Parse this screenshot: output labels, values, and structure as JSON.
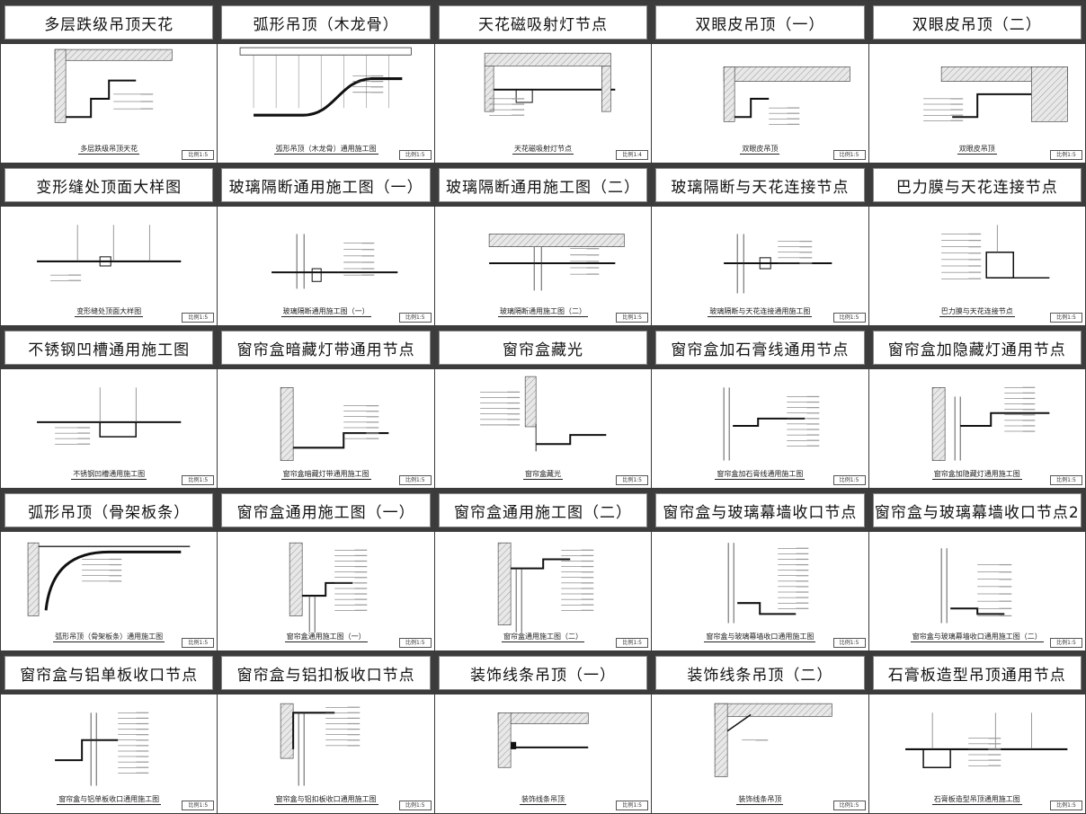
{
  "cells": [
    {
      "title": "多层跌级吊顶天花",
      "caption": "多层跌级吊顶天花",
      "scale": "比例1:5",
      "kind": "step"
    },
    {
      "title": "弧形吊顶（木龙骨）",
      "caption": "弧形吊顶（木龙骨）通用施工图",
      "scale": "比例1:5",
      "kind": "arc"
    },
    {
      "title": "天花磁吸射灯节点",
      "caption": "天花磁吸射灯节点",
      "scale": "比例1:4",
      "kind": "spot"
    },
    {
      "title": "双眼皮吊顶（一）",
      "caption": "双眼皮吊顶",
      "scale": "比例1:5",
      "kind": "double"
    },
    {
      "title": "双眼皮吊顶（二）",
      "caption": "双眼皮吊顶",
      "scale": "比例1:5",
      "kind": "double2"
    },
    {
      "title": "变形缝处顶面大样图",
      "caption": "变形缝处顶面大样图",
      "scale": "比例1:5",
      "kind": "joint"
    },
    {
      "title": "玻璃隔断通用施工图（一）",
      "caption": "玻璃隔断通用施工图（一）",
      "scale": "比例1:5",
      "kind": "glass"
    },
    {
      "title": "玻璃隔断通用施工图（二）",
      "caption": "玻璃隔断通用施工图（二）",
      "scale": "比例1:5",
      "kind": "glass2"
    },
    {
      "title": "玻璃隔断与天花连接节点",
      "caption": "玻璃隔断与天花连接通用施工图",
      "scale": "比例1:5",
      "kind": "glass3"
    },
    {
      "title": "巴力膜与天花连接节点",
      "caption": "巴力膜与天花连接节点",
      "scale": "比例1:5",
      "kind": "film"
    },
    {
      "title": "不锈钢凹槽通用施工图",
      "caption": "不锈钢凹槽通用施工图",
      "scale": "比例1:5",
      "kind": "groove"
    },
    {
      "title": "窗帘盒暗藏灯带通用节点",
      "caption": "窗帘盒暗藏灯带通用施工图",
      "scale": "比例1:5",
      "kind": "curtain"
    },
    {
      "title": "窗帘盒藏光",
      "caption": "窗帘盒藏光",
      "scale": "比例1:5",
      "kind": "curtain2"
    },
    {
      "title": "窗帘盒加石膏线通用节点",
      "caption": "窗帘盒加石膏线通用施工图",
      "scale": "比例1:5",
      "kind": "curtain3"
    },
    {
      "title": "窗帘盒加隐藏灯通用节点",
      "caption": "窗帘盒加隐藏灯通用施工图",
      "scale": "比例1:5",
      "kind": "curtain4"
    },
    {
      "title": "弧形吊顶（骨架板条）",
      "caption": "弧形吊顶（骨架板条）通用施工图",
      "scale": "比例1:5",
      "kind": "arc2"
    },
    {
      "title": "窗帘盒通用施工图（一）",
      "caption": "窗帘盒通用施工图（一）",
      "scale": "比例1:5",
      "kind": "curtain5"
    },
    {
      "title": "窗帘盒通用施工图（二）",
      "caption": "窗帘盒通用施工图（二）",
      "scale": "比例1:5",
      "kind": "curtain6"
    },
    {
      "title": "窗帘盒与玻璃幕墙收口节点",
      "caption": "窗帘盒与玻璃幕墙收口通用施工图",
      "scale": "比例1:5",
      "kind": "curtain7"
    },
    {
      "title": "窗帘盒与玻璃幕墙收口节点2",
      "caption": "窗帘盒与玻璃幕墙收口通用施工图（二）",
      "scale": "比例1:5",
      "kind": "curtain8"
    },
    {
      "title": "窗帘盒与铝单板收口节点",
      "caption": "窗帘盒与铝单板收口通用施工图",
      "scale": "比例1:5",
      "kind": "alu"
    },
    {
      "title": "窗帘盒与铝扣板收口节点",
      "caption": "窗帘盒与铝扣板收口通用施工图",
      "scale": "比例1:5",
      "kind": "alu2"
    },
    {
      "title": "装饰线条吊顶（一）",
      "caption": "装饰线条吊顶",
      "scale": "比例1:5",
      "kind": "trim"
    },
    {
      "title": "装饰线条吊顶（二）",
      "caption": "装饰线条吊顶",
      "scale": "比例1:5",
      "kind": "trim2"
    },
    {
      "title": "石膏板造型吊顶通用节点",
      "caption": "石膏板造型吊顶通用施工图",
      "scale": "比例1:5",
      "kind": "gyp"
    }
  ]
}
